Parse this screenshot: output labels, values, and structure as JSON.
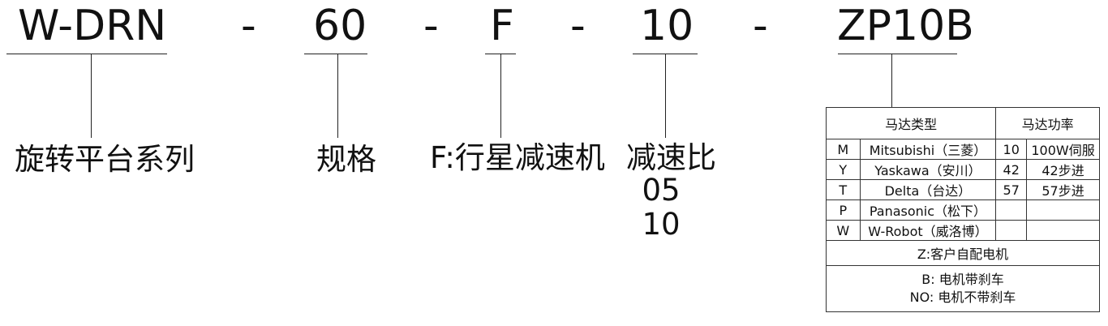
{
  "code": {
    "series": "W-DRN",
    "sep1": "-",
    "size": "60",
    "sep2": "-",
    "type": "F",
    "sep3": "-",
    "ratio": "10",
    "sep4": "-",
    "motor": "ZP10B"
  },
  "labels": {
    "series": "旋转平台系列",
    "size": "规格",
    "type": "F:行星减速机",
    "ratio": "减速比",
    "ratio_values": [
      "05",
      "10"
    ]
  },
  "legend": {
    "header_motor_type": "马达类型",
    "header_motor_power": "马达功率",
    "rows": [
      {
        "code": "M",
        "brand": "Mitsubishi（三菱）",
        "power_code": "10",
        "power": "100W伺服"
      },
      {
        "code": "Y",
        "brand": "Yaskawa（安川）",
        "power_code": "42",
        "power": "42步进"
      },
      {
        "code": "T",
        "brand": "Delta（台达）",
        "power_code": "57",
        "power": "57步进"
      },
      {
        "code": "P",
        "brand": "Panasonic（松下）",
        "power_code": "",
        "power": ""
      },
      {
        "code": "W",
        "brand": "W-Robot（威洛博）",
        "power_code": "",
        "power": ""
      }
    ],
    "z_note": "Z:客户自配电机",
    "brake_notes": [
      "B: 电机带刹车",
      "NO: 电机不带刹车"
    ]
  }
}
